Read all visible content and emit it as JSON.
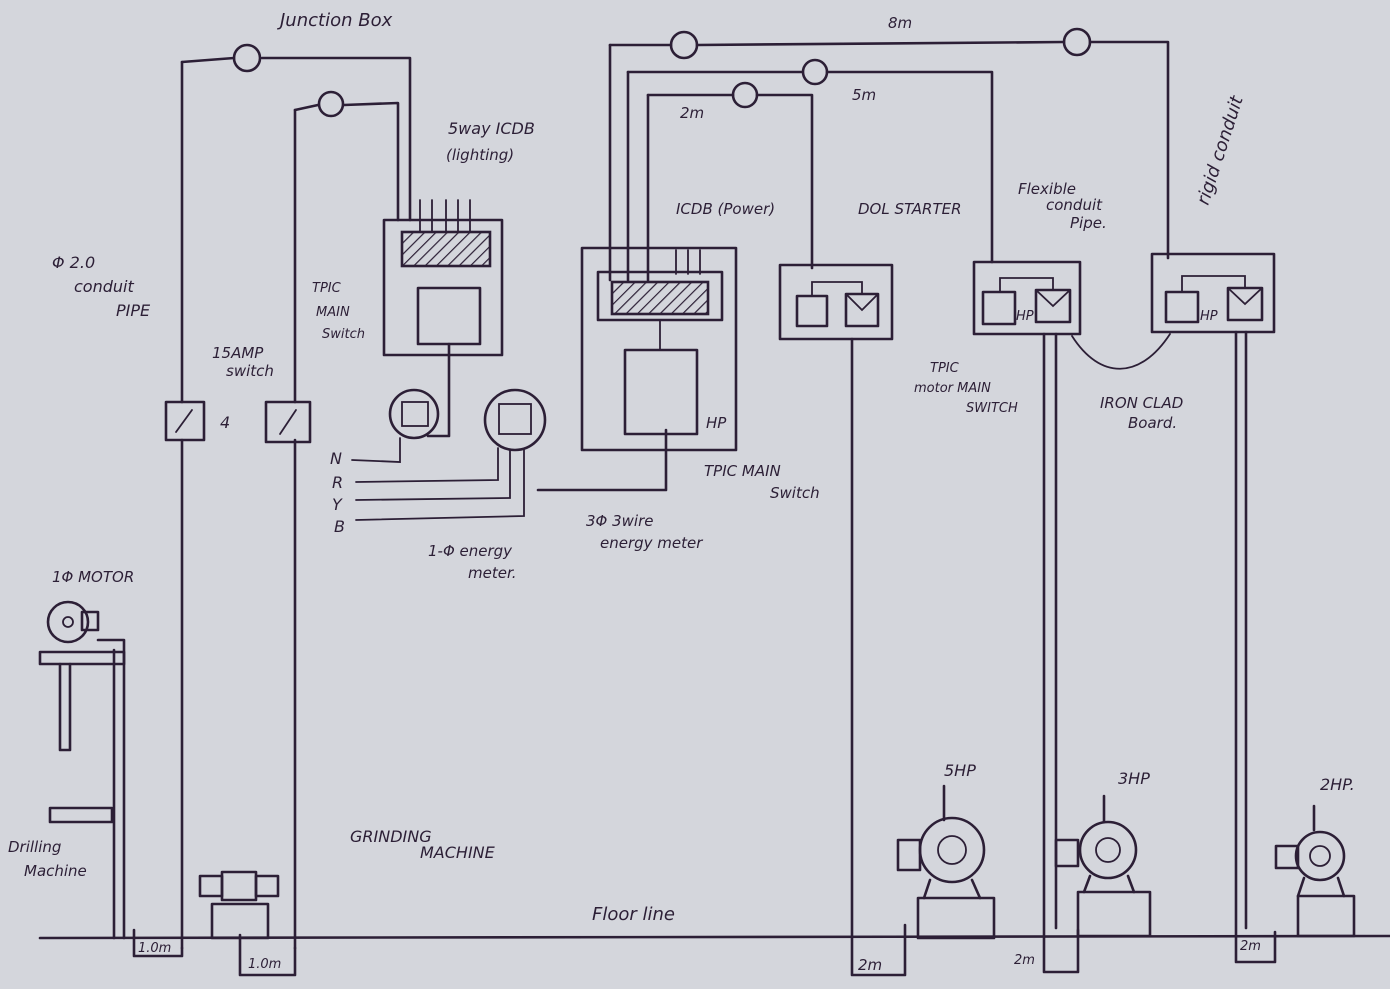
{
  "diagram": {
    "labels": {
      "junction_box": "Junction Box",
      "conduit_pipe_size": "Φ 2.0",
      "conduit_pipe_1": "conduit",
      "conduit_pipe_2": "PIPE",
      "switch_15a_1": "15AMP",
      "switch_15a_2": "switch",
      "icdb_lighting_1": "5way ICDB",
      "icdb_lighting_2": "(lighting)",
      "tpic_main_switch_left_1": "TPIC",
      "tpic_main_switch_left_2": "MAIN",
      "tpic_main_switch_left_3": "Switch",
      "icdb_power": "ICDB (Power)",
      "dol_starter": "DOL STARTER",
      "flexible_conduit_1": "Flexible",
      "flexible_conduit_2": "conduit",
      "flexible_conduit_3": "Pipe.",
      "rigid_conduit": "rigid conduit",
      "dist_2m": "2m",
      "dist_5m": "5m",
      "dist_8m": "8m",
      "phase_n": "N",
      "phase_r": "R",
      "phase_y": "Y",
      "phase_b": "B",
      "energy_meter_1ph_1": "1-Φ energy",
      "energy_meter_1ph_2": "meter.",
      "energy_meter_3ph_1": "3Φ 3wire",
      "energy_meter_3ph_2": "energy meter",
      "tpic_main_switch_right_1": "TPIC MAIN",
      "tpic_main_switch_right_2": "Switch",
      "tpic_motor_main_switch_1": "TPIC",
      "tpic_motor_main_switch_2": "motor MAIN",
      "tpic_motor_main_switch_3": "SWITCH",
      "iron_clad_1": "IRON CLAD",
      "iron_clad_2": "Board.",
      "motor_1ph": "1Φ MOTOR",
      "drilling_machine_1": "Drilling",
      "drilling_machine_2": "Machine",
      "grinding_machine_1": "GRINDING",
      "grinding_machine_2": "MACHINE",
      "floor_line": "Floor line",
      "drop_1_0m_a": "1.0m",
      "drop_1_0m_b": "1.0m",
      "drop_2m_a": "2m",
      "drop_2m_b": "2m",
      "drop_2m_c": "2m",
      "motor_5hp": "5HP",
      "motor_3hp": "3HP",
      "motor_2hp": "2HP.",
      "hp_mark": "HP",
      "switch_mark": "4"
    }
  }
}
